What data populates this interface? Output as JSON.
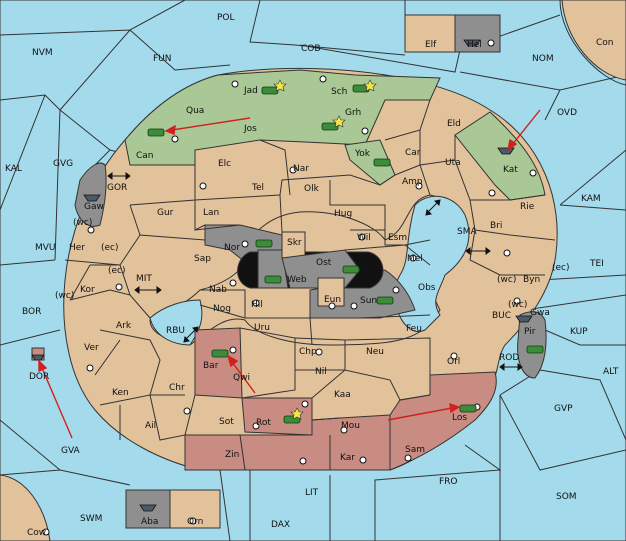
{
  "regions": {
    "sea": [
      "POL",
      "NVM",
      "FUN",
      "COB",
      "NOM",
      "Con",
      "OVD",
      "KAL",
      "GVG",
      "GOR",
      "MVU",
      "MIT",
      "RBU",
      "SMA",
      "KAM",
      "TEI",
      "BOR",
      "KUP",
      "BUC",
      "ROD",
      "ALT",
      "GVP",
      "GVA",
      "FRO",
      "SOM",
      "SWM",
      "DAX",
      "LIT",
      "Cow"
    ],
    "land": [
      "Elf",
      "Hel",
      "Jad",
      "Sch",
      "Qua",
      "Jos",
      "Grh",
      "Eld",
      "Can",
      "Yok",
      "Car",
      "Kat",
      "Elc",
      "Nar",
      "Uta",
      "Tel",
      "Olk",
      "Amp",
      "Gur",
      "Lan",
      "Hug",
      "Rie",
      "Gaw",
      "Bri",
      "Wil",
      "Esm",
      "Nor",
      "Skr",
      "Her",
      "Sap",
      "Ost",
      "Mel",
      "Byn",
      "Web",
      "Kor",
      "Nab",
      "Obs",
      "Eun",
      "Sun",
      "Hil",
      "Gwa",
      "Nog",
      "Ark",
      "Uru",
      "Feu",
      "Pir",
      "Ver",
      "Chp",
      "Neu",
      "Bar",
      "Qwi",
      "Orl",
      "Nil",
      "Ken",
      "Chr",
      "Kaa",
      "Rot",
      "Los",
      "Ail",
      "Sot",
      "Mou",
      "Sam",
      "Zin",
      "Kar",
      "Aba",
      "Orn",
      "DOR"
    ]
  },
  "coast_markers": [
    "(wc)",
    "(ec)",
    "(ec)",
    "(wc)",
    "(wc)",
    "(ec)",
    "(wc)"
  ],
  "colors": {
    "sea": "#a4dbec",
    "neutral_land": "#e2c29a",
    "green_power": "#a9c896",
    "red_power": "#c98c82",
    "grey_power": "#8f8f8f",
    "impassable": "#111111",
    "move_arrow": "#d02020"
  },
  "icons": [
    "army-icon",
    "fleet-icon",
    "supply-center-icon",
    "convoy-arrow-icon",
    "move-arrow-icon",
    "star-icon"
  ]
}
